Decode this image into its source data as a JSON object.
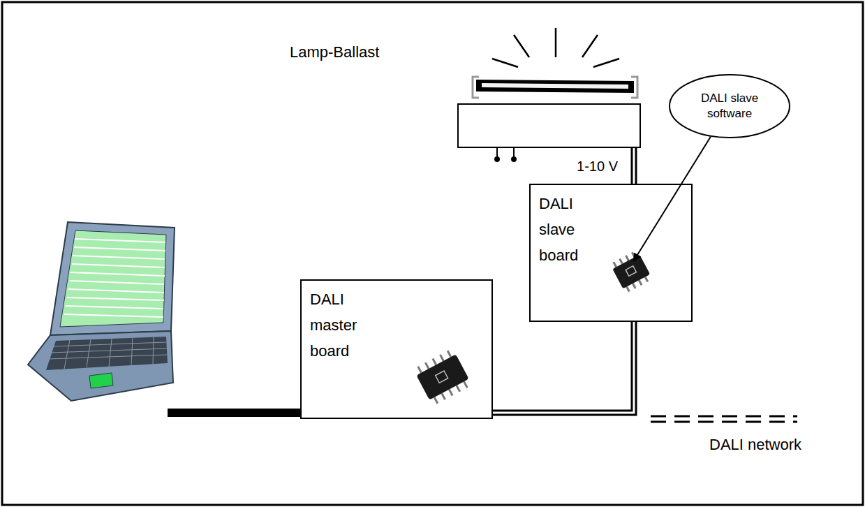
{
  "diagram": {
    "nodes": [
      {
        "text": [
          "Lamp-Ballast"
        ]
      },
      {
        "text": [
          "DALI slave software"
        ]
      },
      {
        "text": [
          "DALI slave board"
        ]
      },
      {
        "text": [
          "DALI master board"
        ]
      }
    ],
    "edges": [
      {
        "from": 0,
        "to": 2,
        "arrow": "none",
        "label": "1-10 V"
      },
      {
        "from": 1,
        "to": 2,
        "arrow": "to"
      },
      {
        "from": 3,
        "to": 2,
        "arrow": "none"
      }
    ],
    "labels": [
      "DALI network"
    ]
  }
}
